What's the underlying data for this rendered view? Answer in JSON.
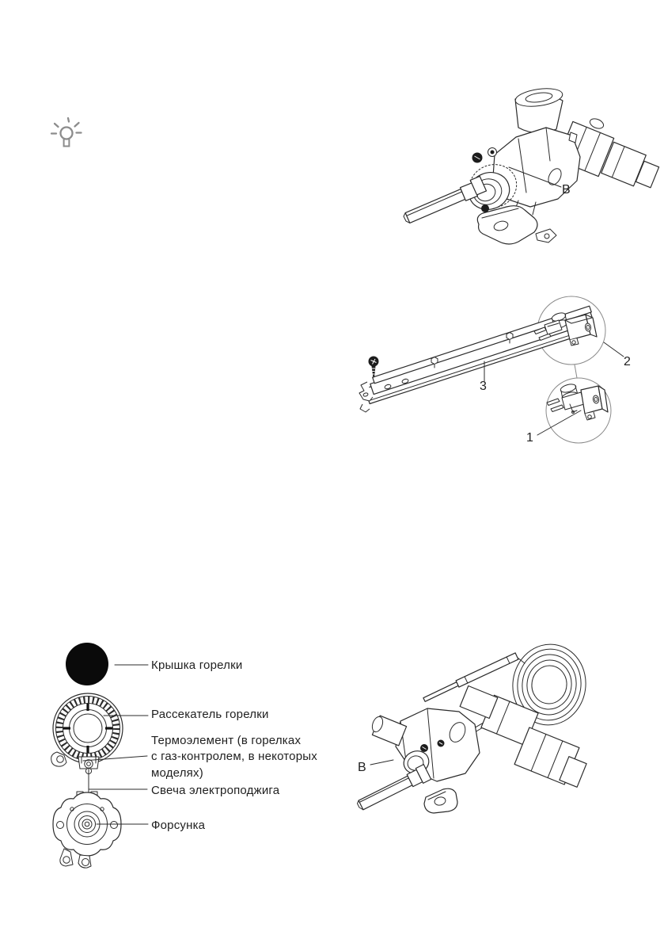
{
  "icons": {
    "tip": "lightbulb-tip-icon"
  },
  "colors": {
    "paper": "#ffffff",
    "ink": "#2b2b2b",
    "text": "#1f1f1f",
    "icon_gray": "#8c8c8c",
    "burner_cap_fill": "#0a0a0a",
    "detail_circle": "#8a8a8a"
  },
  "figures": {
    "gas_tap_top": {
      "callout_b": "B"
    },
    "oven_burner_assembly": {
      "callout_1": "1",
      "callout_2": "2",
      "callout_3": "3"
    },
    "burner_exploded": {
      "labels": {
        "cap": "Крышка горелки",
        "spreader": "Рассекатель горелки",
        "thermo_1": "Термоэлемент (в горелках",
        "thermo_2": "с газ-контролем, в некоторых",
        "thermo_3": "моделях)",
        "igniter": "Свеча электроподжига",
        "nozzle": "Форсунка"
      }
    },
    "thermostat_tap": {
      "callout_b": "B"
    }
  }
}
